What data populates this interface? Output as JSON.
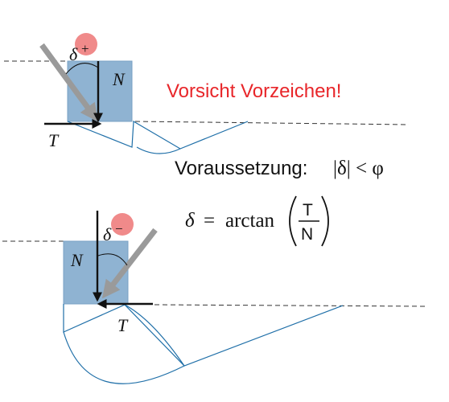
{
  "colors": {
    "block": "#8fb3d2",
    "block_stroke": "#7aa2c4",
    "wedge": "#1f6fa8",
    "force": "#111111",
    "resultant": "#9a9a9a",
    "marker": "#f08a8a",
    "warning": "#e8262a",
    "text": "#111111"
  },
  "top_figure": {
    "delta_label": "δ",
    "delta_sign": "+",
    "normal_label": "N",
    "tangential_label": "T"
  },
  "bottom_figure": {
    "delta_label": "δ",
    "delta_sign": "−",
    "normal_label": "N",
    "tangential_label": "T"
  },
  "warning_text": "Vorsicht Vorzeichen!",
  "condition": {
    "prefix": "Voraussetzung:",
    "expression": "|δ| < φ"
  },
  "formula": {
    "lhs": "δ",
    "equals": "=",
    "function": "arctan",
    "numerator": "T",
    "denominator": "N"
  },
  "icons": {
    "normal_force": "down-arrow-icon",
    "tangential_force": "horizontal-arrow-icon",
    "resultant_force": "diagonal-arrow-icon"
  }
}
